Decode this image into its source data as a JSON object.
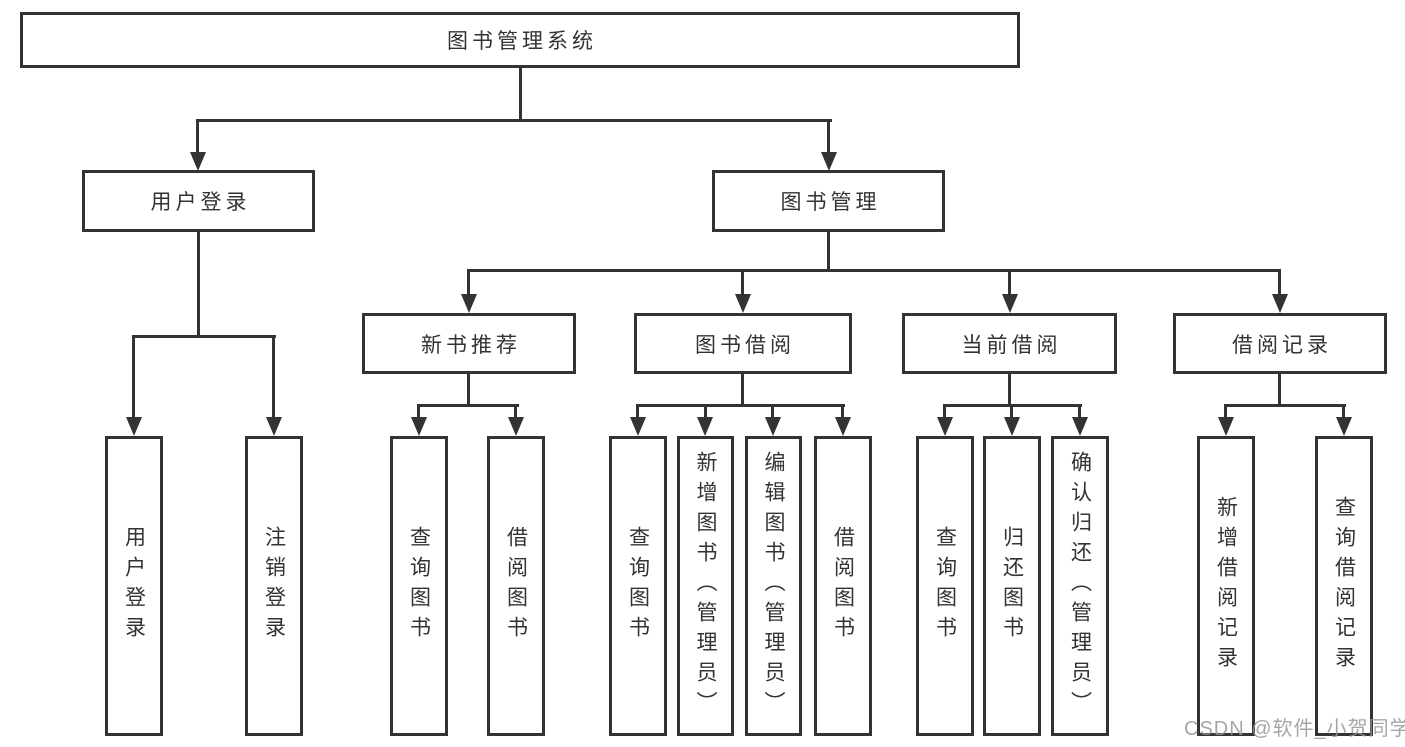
{
  "tree": {
    "label": "图书管理系统",
    "children": [
      {
        "label": "用户登录",
        "children": [
          {
            "label": "用户登录"
          },
          {
            "label": "注销登录"
          }
        ]
      },
      {
        "label": "图书管理",
        "children": [
          {
            "label": "新书推荐",
            "children": [
              {
                "label": "查询图书"
              },
              {
                "label": "借阅图书"
              }
            ]
          },
          {
            "label": "图书借阅",
            "children": [
              {
                "label": "查询图书"
              },
              {
                "label": "新增图书（管理员）"
              },
              {
                "label": "编辑图书（管理员）"
              },
              {
                "label": "借阅图书"
              }
            ]
          },
          {
            "label": "当前借阅",
            "children": [
              {
                "label": "查询图书"
              },
              {
                "label": "归还图书"
              },
              {
                "label": "确认归还（管理员）"
              }
            ]
          },
          {
            "label": "借阅记录",
            "children": [
              {
                "label": "新增借阅记录"
              },
              {
                "label": "查询借阅记录"
              }
            ]
          }
        ]
      }
    ]
  },
  "watermark": {
    "text": "CSDN @软件_小贺同学"
  },
  "colors": {
    "line": "#333333",
    "box_border": "#333333",
    "text": "#333333",
    "background": "#ffffff",
    "watermark": "#969696"
  }
}
